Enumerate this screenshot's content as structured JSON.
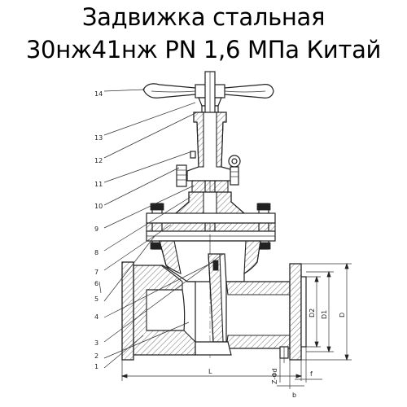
{
  "title": {
    "line1": "Задвижка стальная",
    "line2": "30нж41нж PN 1,6 МПа Китай"
  },
  "part_numbers": [
    "14",
    "13",
    "12",
    "11",
    "10",
    "9",
    "8",
    "7",
    "6",
    "5",
    "4",
    "3",
    "2",
    "1"
  ],
  "dimensions": {
    "length": "L",
    "d0": "D",
    "d1": "D1",
    "d2": "D2",
    "bolt_holes": "Z-Φd",
    "thickness": "b",
    "raised_face": "f"
  }
}
